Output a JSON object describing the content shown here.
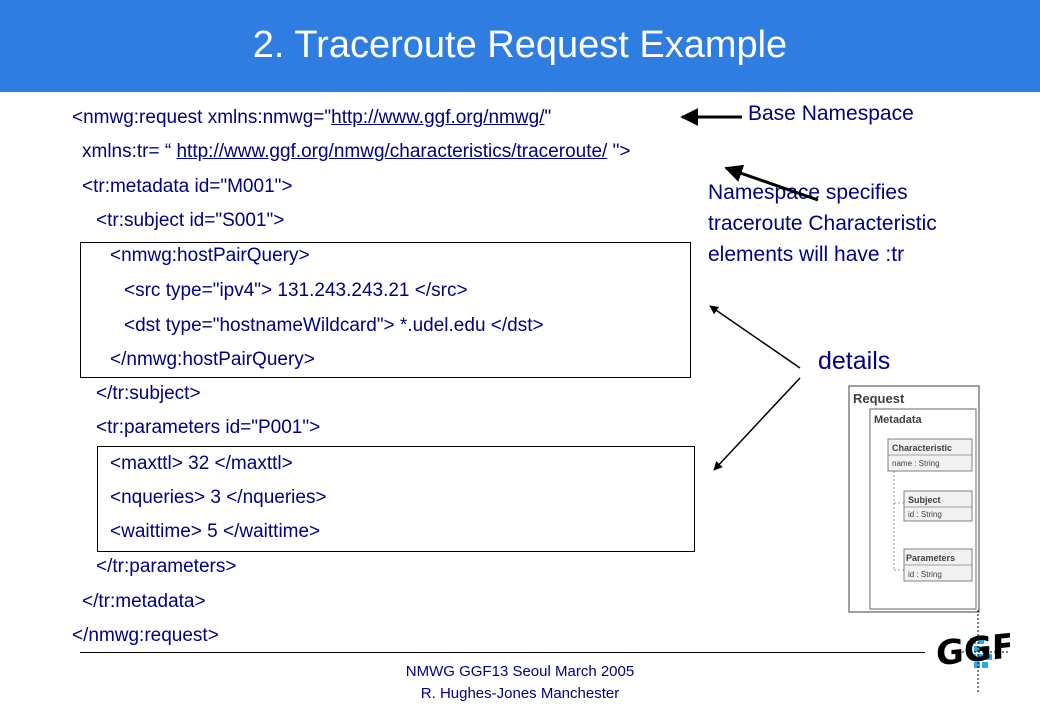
{
  "slide": {
    "title": "2. Traceroute Request Example"
  },
  "code": {
    "line1_prefix": "<nmwg:request xmlns:nmwg=\"",
    "line1_link": "http://www.ggf.org/nmwg/",
    "line1_suffix": "\"",
    "line2_prefix": "xmlns:tr= “ ",
    "line2_link": "http://www.ggf.org/nmwg/characteristics/traceroute/",
    "line2_suffix": " \">",
    "line3": "<tr:metadata id=\"M001\">",
    "line4": "<tr:subject id=\"S001\">",
    "line5": "<nmwg:hostPairQuery>",
    "line6": "<src type=\"ipv4\">  131.243.243.21  </src>",
    "line7": "<dst type=\"hostnameWildcard\">  *.udel.edu  </dst>",
    "line8": "</nmwg:hostPairQuery>",
    "line9": "</tr:subject>",
    "line10": "<tr:parameters id=\"P001\">",
    "line11": "<maxttl>   32 </maxttl>",
    "line12": "<nqueries>  3  </nqueries>",
    "line13": "<waittime>  5 </waittime>",
    "line14": "</tr:parameters>",
    "line15": "</tr:metadata>",
    "line16": "</nmwg:request>"
  },
  "annotations": {
    "base_namespace": "Base Namespace",
    "namespace_line1": "Namespace specifies",
    "namespace_line2": "traceroute Characteristic",
    "namespace_line3": "elements will have :tr",
    "details": "details"
  },
  "diagram": {
    "request": "Request",
    "metadata": "Metadata",
    "characteristic": "Characteristic",
    "characteristic_attr": "name : String",
    "subject": "Subject",
    "subject_attr": "id : String",
    "parameters": "Parameters",
    "parameters_attr": "id : String"
  },
  "logo": {
    "text": "GGF"
  },
  "footer": {
    "line1": "NMWG GGF13 Seoul March  2005",
    "line2": "R. Hughes-Jones  Manchester"
  },
  "colors": {
    "title_bar": "#2f7de0",
    "text": "#000080",
    "logo_accent": "#28a8e8"
  }
}
